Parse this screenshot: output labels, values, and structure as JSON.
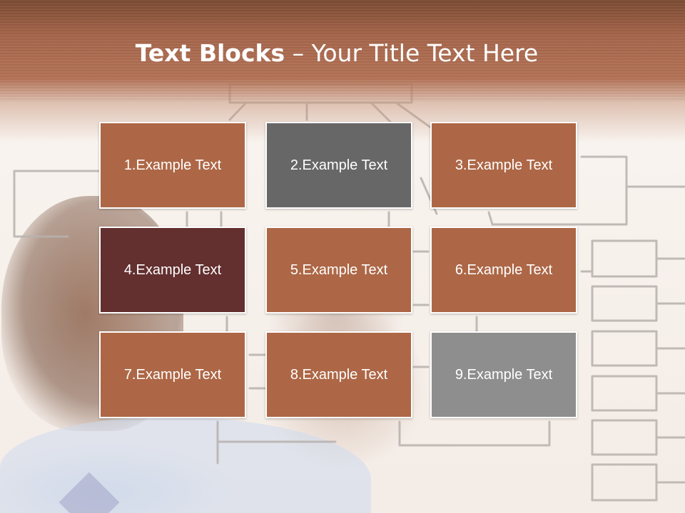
{
  "slide": {
    "title_bold": "Text Blocks",
    "title_rest": " – Your Title Text Here"
  },
  "blocks": [
    {
      "label": "1.Example Text",
      "color": "#ad6746"
    },
    {
      "label": "2.Example Text",
      "color": "#676767"
    },
    {
      "label": "3.Example Text",
      "color": "#ad6746"
    },
    {
      "label": "4.Example Text",
      "color": "#632f2f"
    },
    {
      "label": "5.Example Text",
      "color": "#ad6746"
    },
    {
      "label": "6.Example Text",
      "color": "#ad6746"
    },
    {
      "label": "7.Example Text",
      "color": "#ad6746"
    },
    {
      "label": "8.Example Text",
      "color": "#ad6746"
    },
    {
      "label": "9.Example Text",
      "color": "#8e8e8e"
    }
  ],
  "theme": {
    "header_color": "#a5654a",
    "text_color": "#ffffff"
  }
}
